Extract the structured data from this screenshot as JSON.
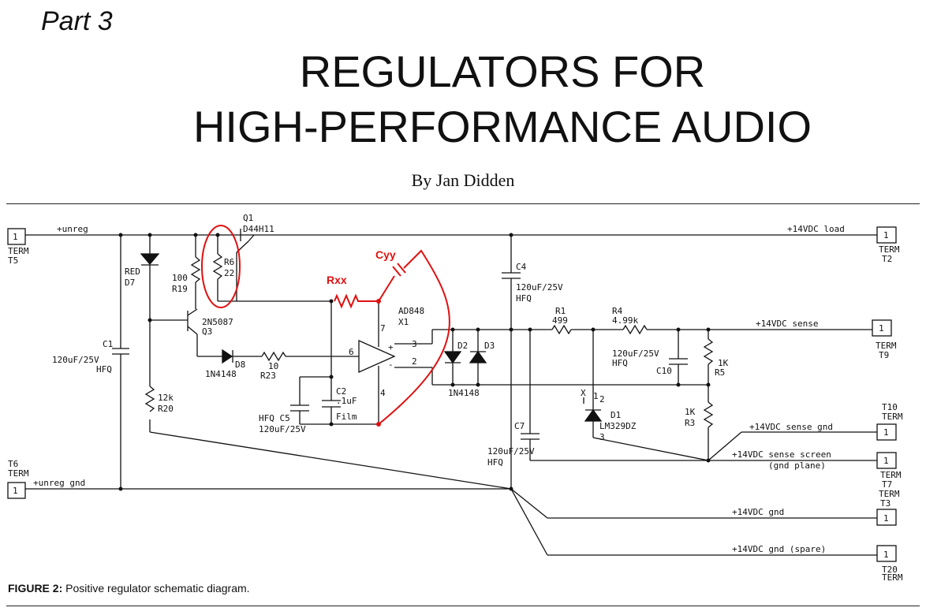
{
  "header": {
    "part": "Part 3",
    "title_line1": "REGULATORS FOR",
    "title_line2": "HIGH-PERFORMANCE AUDIO",
    "byline": "By Jan Didden"
  },
  "caption": {
    "label": "FIGURE 2:",
    "text": " Positive regulator schematic diagram."
  },
  "schematic": {
    "terminals": {
      "t5": {
        "num": "1",
        "l1": "TERM",
        "l2": "T5",
        "net": "+unreg"
      },
      "t6": {
        "num": "1",
        "l1": "T6",
        "l2": "TERM",
        "net": "+unreg gnd"
      },
      "t2": {
        "num": "1",
        "l1": "TERM",
        "l2": "T2",
        "net": "+14VDC load"
      },
      "t9": {
        "num": "1",
        "l1": "TERM",
        "l2": "T9",
        "net": "+14VDC sense"
      },
      "t10": {
        "num": "1",
        "l1": "T10",
        "l2": "TERM",
        "net": "+14VDC sense gnd"
      },
      "t7": {
        "num": "1",
        "l1": "TERM",
        "l2": "T7",
        "net": "+14VDC sense screen",
        "net2": "(gnd plane)"
      },
      "t3": {
        "num": "1",
        "l1": "TERM",
        "l2": "T3",
        "net": "+14VDC gnd"
      },
      "t20": {
        "num": "1",
        "l1": "T20",
        "l2": "TERM",
        "net": "+14VDC gnd (spare)"
      }
    },
    "components": {
      "q1": {
        "ref": "Q1",
        "part": "D44H11"
      },
      "r6": {
        "ref": "R6",
        "value": "22"
      },
      "r19": {
        "value": "100",
        "ref": "R19"
      },
      "d7": {
        "value": "RED",
        "ref": "D7"
      },
      "q3": {
        "part": "2N5087",
        "ref": "Q3"
      },
      "c1": {
        "ref": "C1",
        "value": "120uF/25V",
        "type": "HFQ"
      },
      "d8": {
        "ref": "D8",
        "part": "1N4148"
      },
      "r23": {
        "value": "10",
        "ref": "R23"
      },
      "r20": {
        "value": "12k",
        "ref": "R20"
      },
      "c2": {
        "ref": "C2",
        "value": ".1uF",
        "type": "Film"
      },
      "c5": {
        "label": "HFQ C5",
        "value": "120uF/25V"
      },
      "x1": {
        "part": "AD848",
        "ref": "X1",
        "pin7": "7",
        "pin6": "6",
        "pin4": "4",
        "pin3": "3",
        "pin2": "2",
        "plus": "+",
        "minus": "-"
      },
      "c4": {
        "ref": "C4",
        "value": "120uF/25V",
        "type": "HFQ"
      },
      "d2": {
        "ref": "D2"
      },
      "d3": {
        "ref": "D3"
      },
      "d23part": "1N4148",
      "r1": {
        "ref": "R1",
        "value": "499"
      },
      "r4": {
        "ref": "R4",
        "value": "4.99k"
      },
      "c10": {
        "value": "120uF/25V",
        "type": "HFQ",
        "ref": "C10"
      },
      "r5": {
        "value": "1K",
        "ref": "R5"
      },
      "r3": {
        "value": "1K",
        "ref": "R3"
      },
      "d1": {
        "ref": "D1",
        "part": "LM329DZ",
        "pinx": "X",
        "pin1": "1",
        "pin2": "2",
        "pin3": "3"
      },
      "c7": {
        "ref": "C7",
        "value": "120uF/25V",
        "type": "HFQ"
      }
    },
    "annotations": {
      "rxx": "Rxx",
      "cyy": "Cyy",
      "color": "#e01010"
    }
  }
}
